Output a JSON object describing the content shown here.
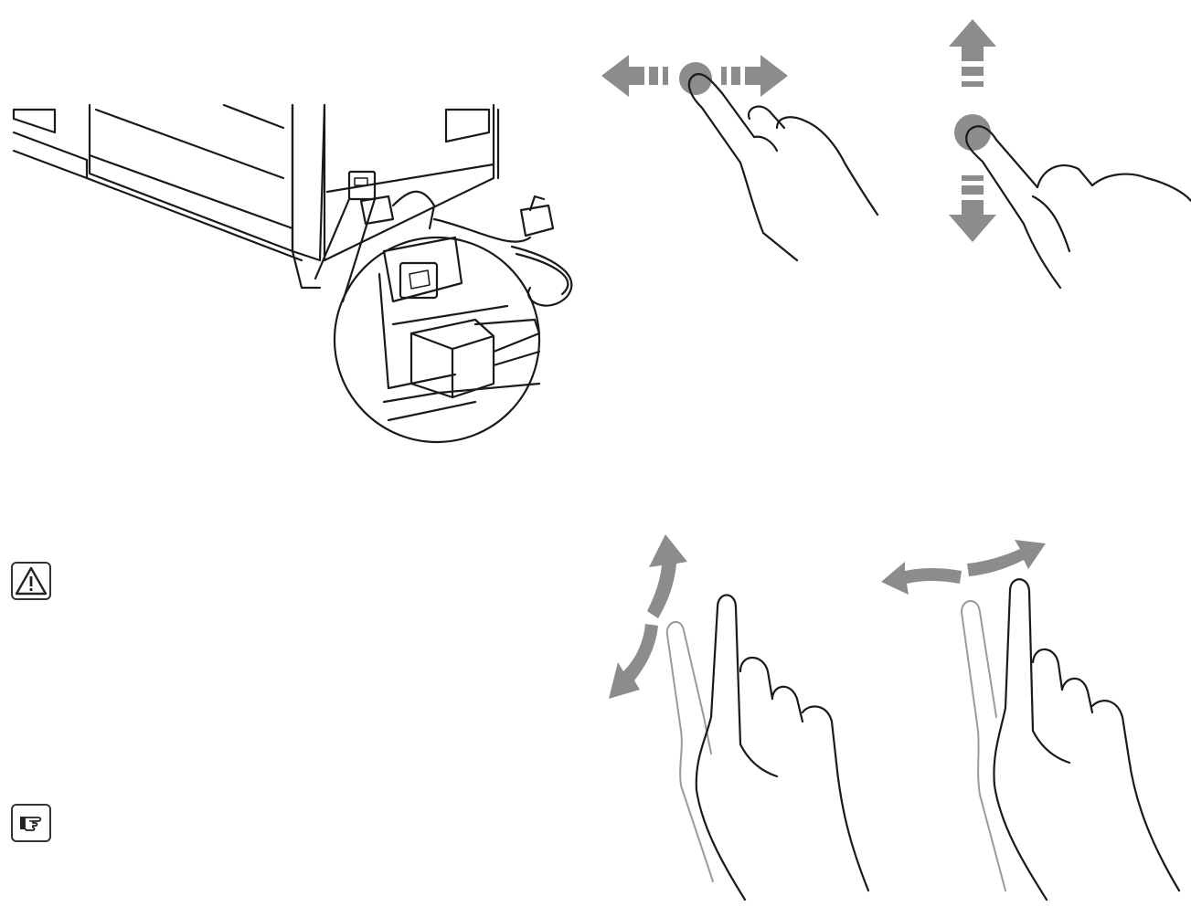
{
  "colors": {
    "line": "#1a1a1a",
    "arrow_gray": "#8c8c8c",
    "ghost_finger": "#9a9a9a",
    "background": "#ffffff"
  },
  "icons": {
    "warning": "warning-triangle-icon",
    "note": "pointing-hand-note-icon"
  },
  "illustrations": [
    "printer-power-switch-illustration",
    "swipe-horizontal-gesture",
    "swipe-vertical-gesture",
    "flick-up-down-gesture",
    "flick-left-right-gesture"
  ]
}
